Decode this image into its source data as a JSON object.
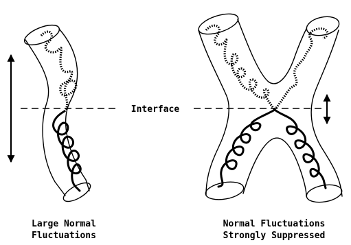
{
  "interface_label": "Interface",
  "left_caption": [
    "Large Normal",
    "Fluctuations"
  ],
  "right_caption": [
    "Normal Fluctuations",
    "Strongly Suppressed"
  ]
}
